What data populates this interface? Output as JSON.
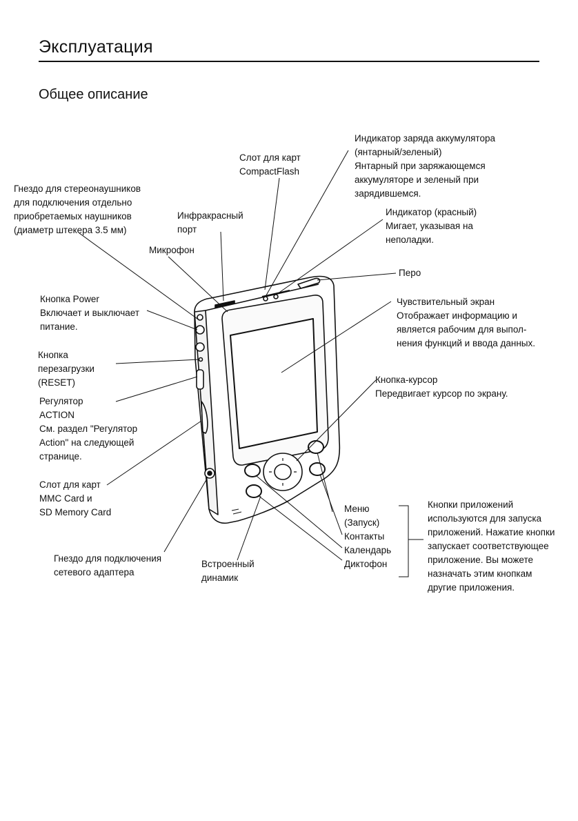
{
  "header": {
    "title": "Эксплуатация",
    "subtitle": "Общее описание"
  },
  "labels": {
    "headphone": [
      "Гнездо для стереонаушников",
      "для подключения отдельно",
      "приобретаемых наушников",
      "(диаметр штекера 3.5 мм)"
    ],
    "cf_slot": [
      "Слот для карт",
      "CompactFlash"
    ],
    "infrared": [
      "Инфракрасный",
      "порт"
    ],
    "microphone": [
      "Микрофон"
    ],
    "charge_led": [
      "Индикатор заряда аккумулятора",
      "(янтарный/зеленый)",
      "Янтарный при заряжающемся",
      "аккумуляторе и зеленый при",
      "зарядившемся."
    ],
    "red_led": [
      "Индикатор (красный)",
      "Мигает, указывая на",
      "неполадки."
    ],
    "stylus": [
      "Перо"
    ],
    "power": [
      "Кнопка Power",
      "Включает и выключает",
      "питание."
    ],
    "touchscreen": [
      "Чувствительный экран",
      "Отображает информацию и",
      "является рабочим для выпол-",
      "нения функций и ввода данных."
    ],
    "reset": [
      "Кнопка",
      "перезагрузки",
      "(RESET)"
    ],
    "cursor": [
      "Кнопка-курсор",
      "Передвигает курсор по экрану."
    ],
    "action": [
      "Регулятор",
      "ACTION",
      "См. раздел \"Регулятор",
      "Action\" на следующей",
      "странице."
    ],
    "mmc_slot": [
      "Слот для карт",
      "MMC Card и",
      "SD Memory Card"
    ],
    "app_buttons": [
      "Меню",
      "(Запуск)",
      "Контакты",
      "Календарь",
      "Диктофон"
    ],
    "app_desc": [
      "Кнопки приложений",
      "используются для запуска",
      "приложений. Нажатие кнопки",
      "запускает соответствующее",
      "приложение. Вы можете",
      "назначать этим кнопкам",
      "другие приложения."
    ],
    "adapter": [
      "Гнездо для подключения",
      "сетевого адаптера"
    ],
    "speaker": [
      "Встроенный",
      "динамик"
    ]
  }
}
